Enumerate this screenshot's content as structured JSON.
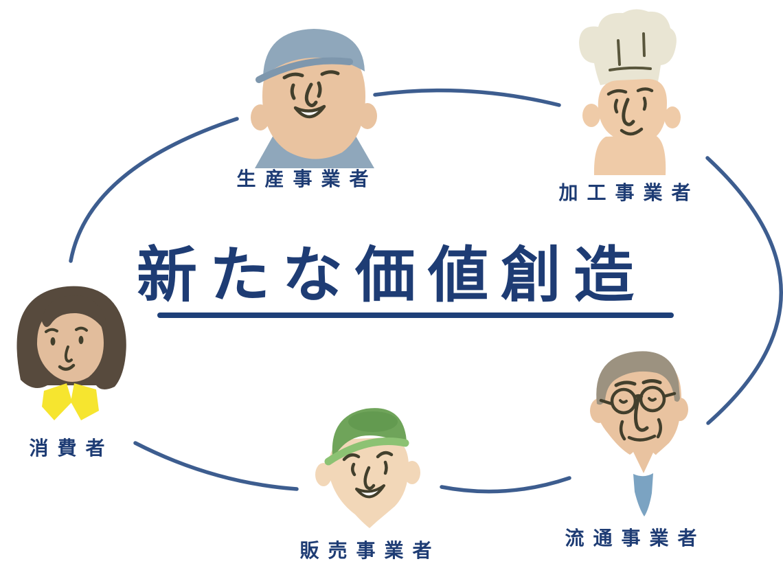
{
  "title": {
    "text": "新たな価値創造"
  },
  "nodes": {
    "producer": {
      "label": "生産事業者",
      "character": "man-with-blue-cap"
    },
    "processor": {
      "label": "加工事業者",
      "character": "chef-with-white-toque"
    },
    "distributor": {
      "label": "流通事業者",
      "character": "man-with-glasses-and-necktie"
    },
    "seller": {
      "label": "販売事業者",
      "character": "man-with-green-cap"
    },
    "consumer": {
      "label": "消費者",
      "character": "woman-with-yellow-collar"
    }
  },
  "palette": {
    "navy-text": "#1e3c74",
    "underline": "#1e4079",
    "arc-blue": "#3d5d8f",
    "line-dark": "#423f2c",
    "skin-a": "#e9c3a0",
    "skin-b": "#efcba8",
    "skin-c": "#f2d7b8",
    "skin-consumer": "#e2bd9c",
    "cap-blue": "#8fa7bb",
    "cap-blue-dark": "#7e97ad",
    "chef-hat": "#e9e5d3",
    "chef-hat-line": "#59563c",
    "hair-gray": "#9c9280",
    "hair-brown": "#574a3d",
    "green-cap": "#6fa45a",
    "green-cap-dark": "#578f45",
    "green-cap-brim": "#8cc273",
    "tie-blue": "#7ba3c2",
    "collar-yellow": "#f6e52f",
    "shirt-white": "#ffffff"
  }
}
